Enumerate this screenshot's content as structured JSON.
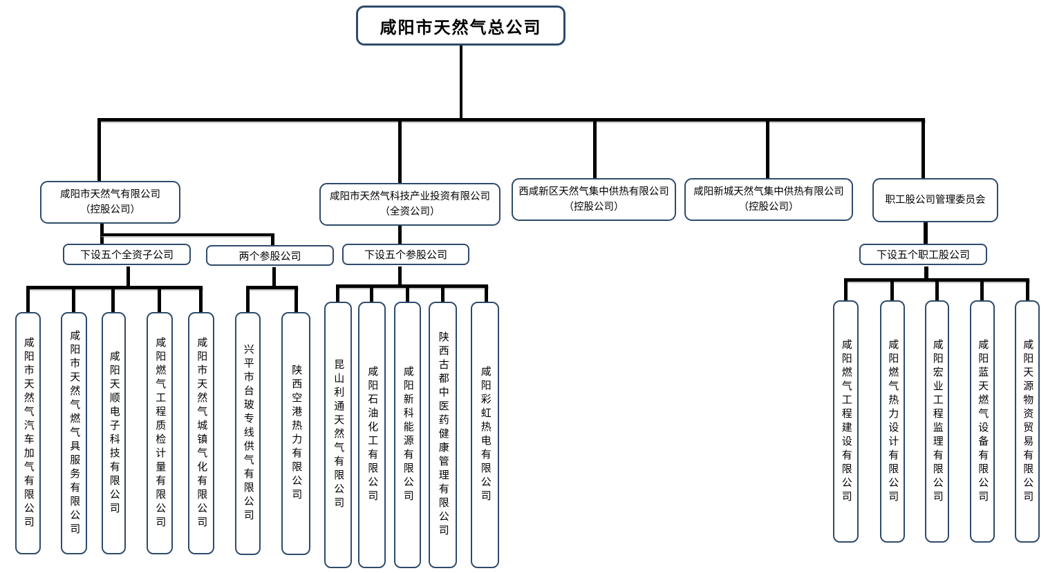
{
  "root": {
    "label": "咸阳市天然气总公司"
  },
  "branches": [
    {
      "name": "咸阳市天然气有限公司",
      "note": "（控股公司）"
    },
    {
      "name": "咸阳市天然气科技产业投资有限公司",
      "note": "（全资公司）"
    },
    {
      "name": "西咸新区天然气集中供热有限公司",
      "note": "（控股公司）"
    },
    {
      "name": "咸阳新城天然气集中供热有限公司",
      "note": "（控股公司）"
    },
    {
      "name": "职工股公司管理委员会"
    }
  ],
  "groups": [
    {
      "label": "下设五个全资子公司",
      "parent": "咸阳市天然气有限公司",
      "companies": [
        "咸阳市天然气汽车加气有限公司",
        "咸阳市天然气燃气具服务有限公司",
        "咸阳天顺电子科技有限公司",
        "咸阳燃气工程质检计量有限公司",
        "咸阳市天然气城镇气化有限公司"
      ]
    },
    {
      "label": "两个参股公司",
      "parent": "咸阳市天然气有限公司",
      "companies": [
        "兴平市台玻专线供气有限公司",
        "陕西空港热力有限公司"
      ]
    },
    {
      "label": "下设五个参股公司",
      "parent": "咸阳市天然气科技产业投资有限公司",
      "companies": [
        "昆山利通天然气有限公司",
        "咸阳石油化工有限公司",
        "咸阳新科能源有限公司",
        "陕西古都中医药健康管理有限公司",
        "咸阳彩虹热电有限公司"
      ]
    },
    {
      "label": "下设五个职工股公司",
      "parent": "职工股公司管理委员会",
      "companies": [
        "咸阳燃气工程建设有限公司",
        "咸阳燃气热力设计有限公司",
        "咸阳宏业工程监理有限公司",
        "咸阳蓝天燃气设备有限公司",
        "咸阳天源物资贸易有限公司"
      ]
    }
  ],
  "colors": {
    "box_border": "#2e4a6b",
    "line": "#000000",
    "background": "#ffffff",
    "text": "#000000"
  }
}
